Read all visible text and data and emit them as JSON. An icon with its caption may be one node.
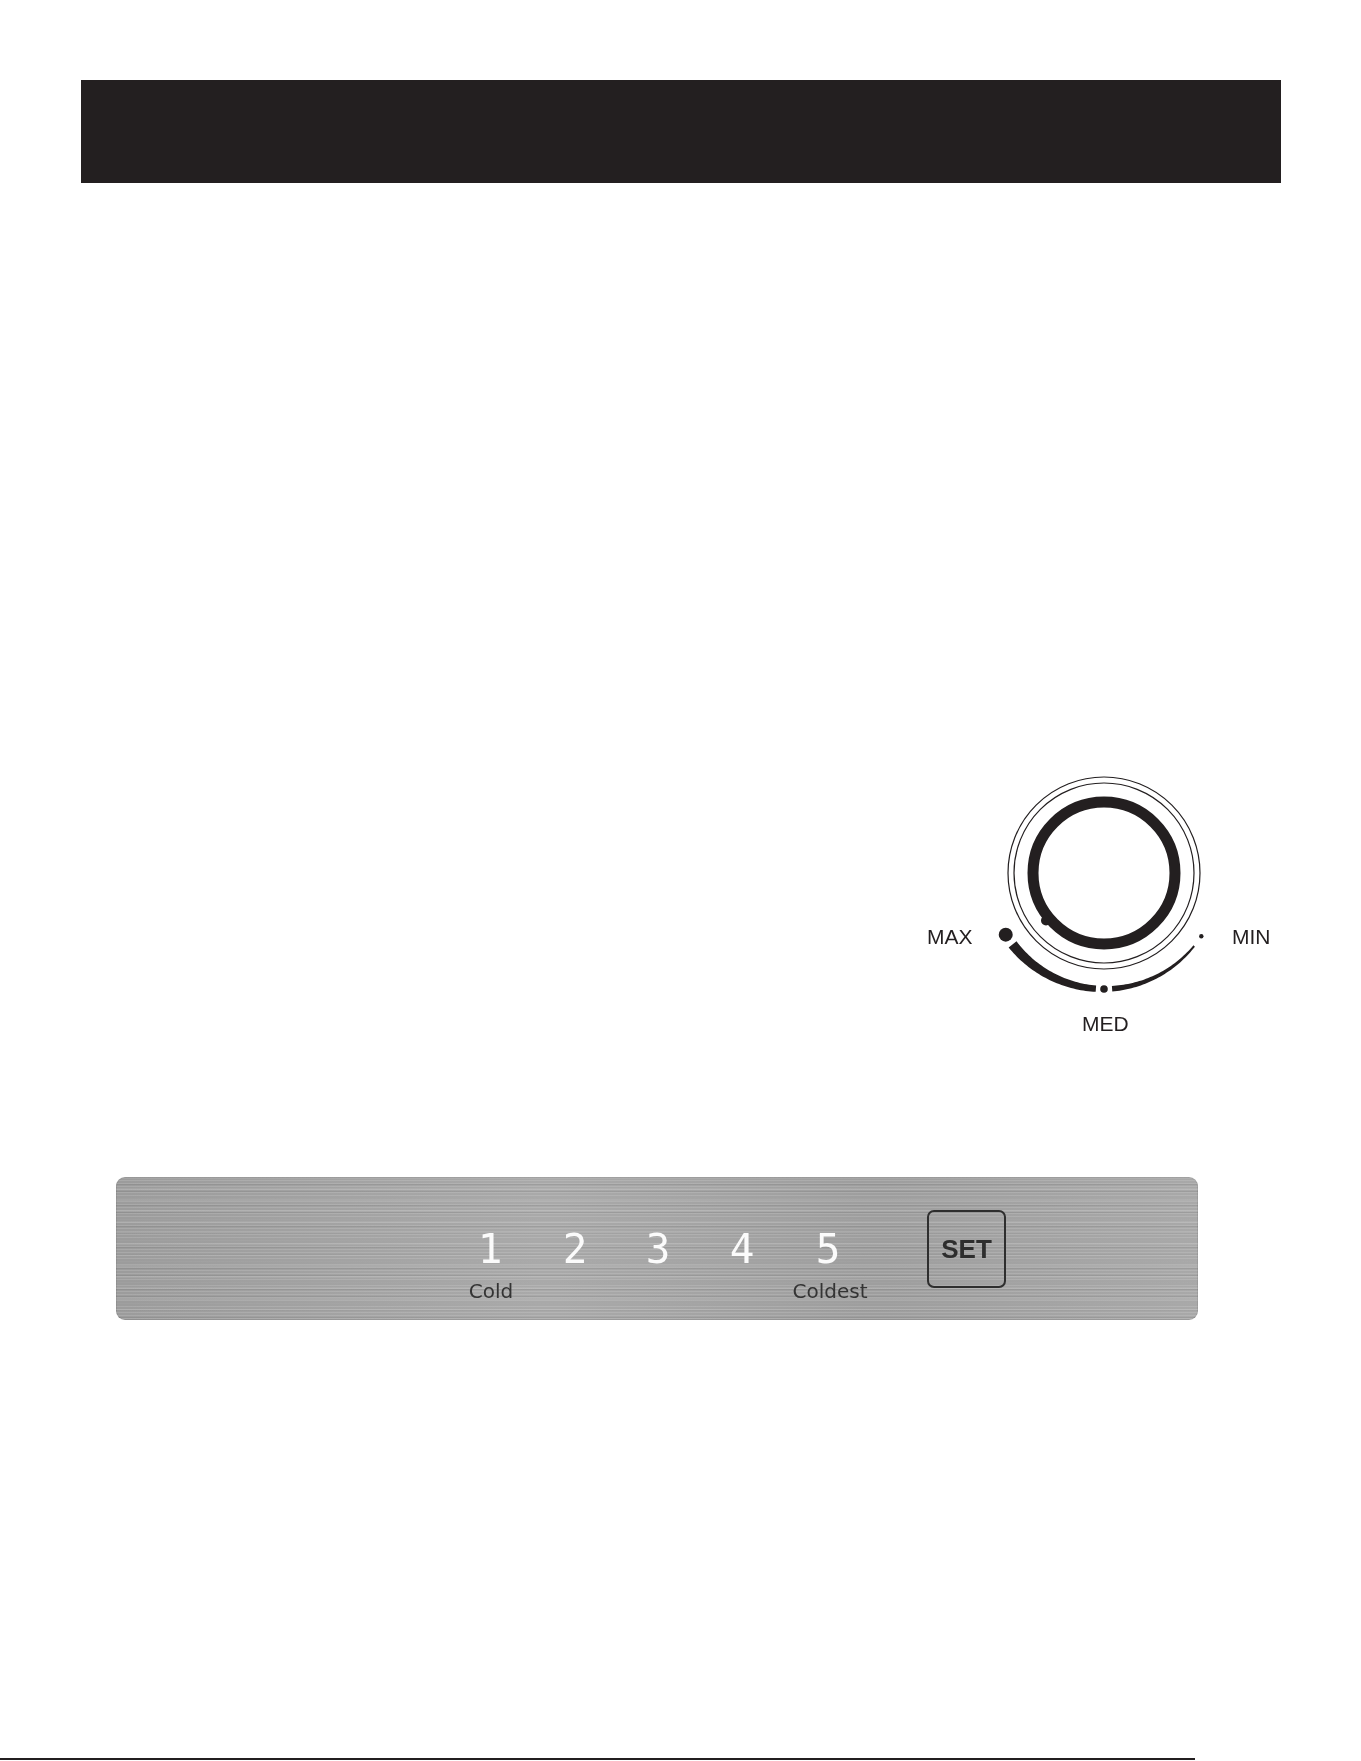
{
  "diagram": {
    "nodes": [
      {
        "text": [
          "1",
          "2",
          "3",
          "4",
          "5",
          "Cold",
          "Coldest"
        ]
      },
      {
        "text": [
          "SET"
        ],
        "in": 0
      }
    ],
    "labels": [
      "MAX",
      "MIN",
      "MED"
    ]
  }
}
